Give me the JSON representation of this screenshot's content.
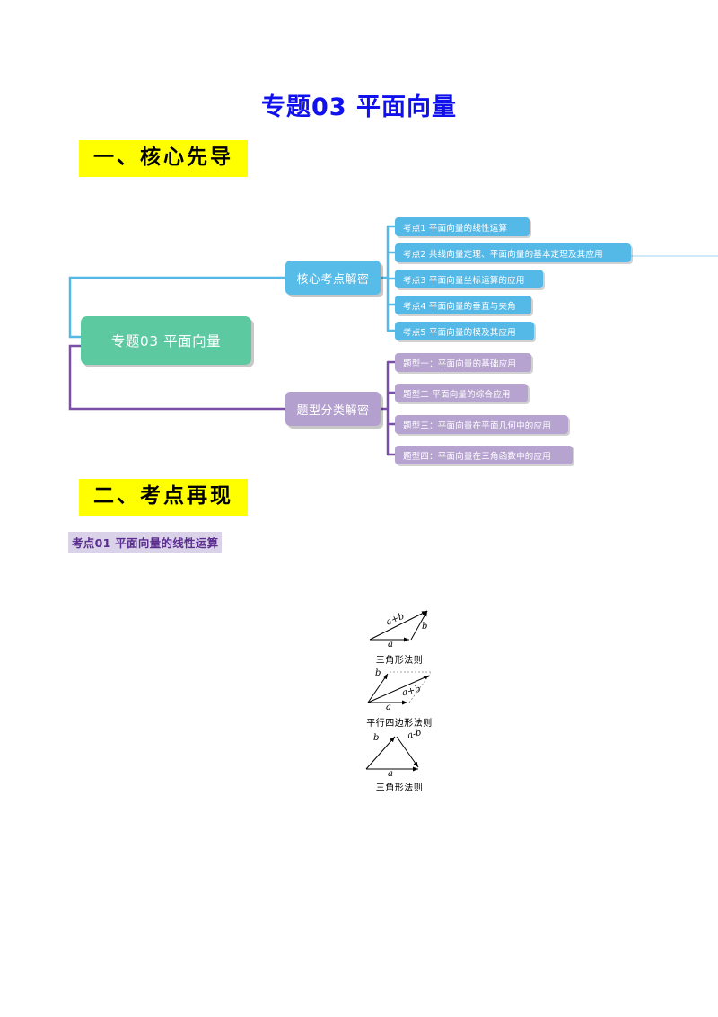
{
  "document": {
    "title": "专题03 平面向量",
    "title_color": "#1111EE"
  },
  "sections": [
    {
      "id": "sec1",
      "label": "一、核心先导"
    },
    {
      "id": "sec2",
      "label": "二、考点再现"
    }
  ],
  "kaodian_heading": "考点01 平面向量的线性运算",
  "mindmap": {
    "root": {
      "label": "专题03 平面向量",
      "color": "#5CC9A0"
    },
    "branches": [
      {
        "label": "核心考点解密",
        "color": "#58BCE9"
      },
      {
        "label": "题型分类解密",
        "color": "#B4A0CE"
      }
    ],
    "core_points": [
      "考点1 平面向量的线性运算",
      "考点2 共线向量定理、平面向量的基本定理及其应用",
      "考点3 平面向量坐标运算的应用",
      "考点4 平面向量的垂直与夹角",
      "考点5 平面向量的模及其应用"
    ],
    "question_types": [
      "题型一：平面向量的基础应用",
      "题型二 平面向量的综合应用",
      "题型三：平面向量在平面几何中的应用",
      "题型四：平面向量在三角函数中的应用"
    ],
    "connector_colors": {
      "core": "#55B9E8",
      "types": "#7A4FA8"
    }
  },
  "figure": {
    "diagrams": [
      {
        "caption": "三角形法则",
        "labels": [
          "a+b",
          "b",
          "a"
        ]
      },
      {
        "caption": "平行四边形法则",
        "labels": [
          "b",
          "a+b",
          "a"
        ]
      },
      {
        "caption": "三角形法则",
        "labels": [
          "b",
          "a-b",
          "a"
        ]
      }
    ]
  }
}
